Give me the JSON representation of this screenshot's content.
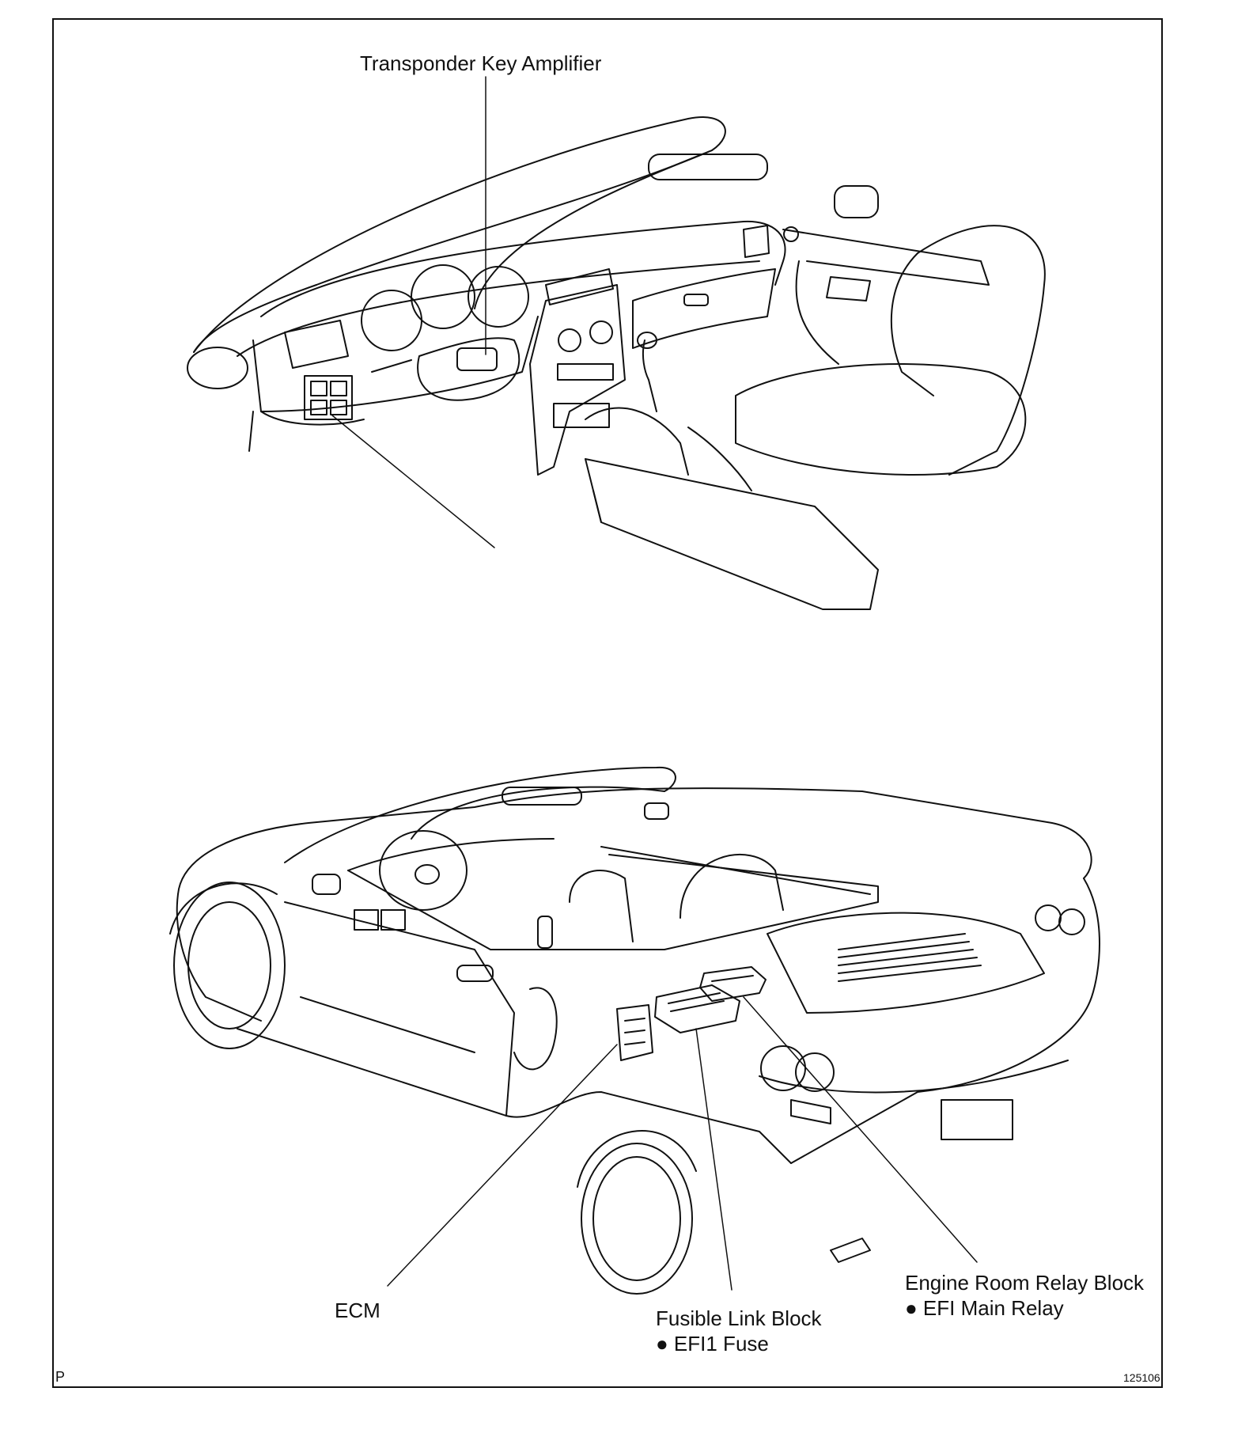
{
  "labels": {
    "transponder": "Transponder Key Amplifier",
    "ecm": "ECM",
    "fusible_block": "Fusible Link Block",
    "fusible_sub": "● EFI1 Fuse",
    "relay_block": "Engine Room Relay Block",
    "relay_sub": "● EFI Main Relay"
  },
  "corner_letter": "P",
  "figure_code": "125106",
  "colors": {
    "ink": "#111111",
    "background": "#ffffff"
  }
}
